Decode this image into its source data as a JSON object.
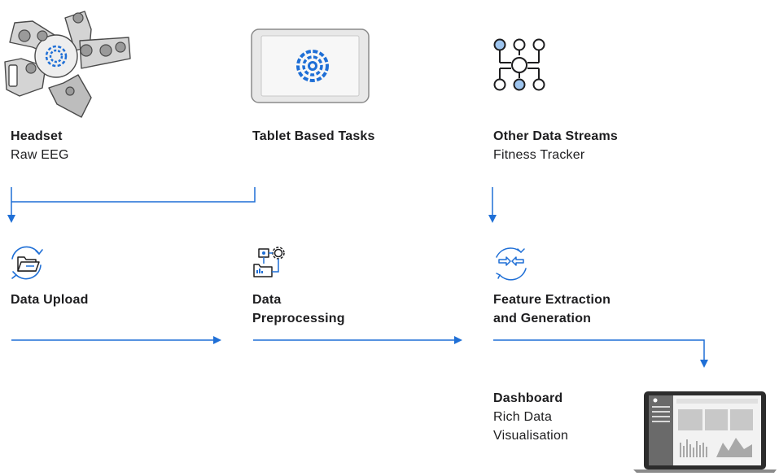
{
  "colors": {
    "accent": "#1f6fd6",
    "accent_light": "#9ec5ef",
    "text": "#1d1d1f",
    "device_gray": "#5f5f5f"
  },
  "nodes": {
    "headset": {
      "title": "Headset",
      "subtitle": "Raw EEG",
      "icon": "headset-icon"
    },
    "tablet": {
      "title": "Tablet Based Tasks",
      "icon": "tablet-icon"
    },
    "other": {
      "title": "Other Data Streams",
      "subtitle": "Fitness Tracker",
      "icon": "network-icon"
    },
    "upload": {
      "title": "Data Upload",
      "icon": "folder-upload-icon"
    },
    "preprocessing": {
      "title_line1": "Data",
      "title_line2": "Preprocessing",
      "icon": "folder-gear-icon"
    },
    "feature": {
      "title_line1": "Feature Extraction",
      "title_line2": "and Generation",
      "icon": "exchange-icon"
    },
    "dashboard": {
      "title": "Dashboard",
      "subtitle_line1": "Rich Data",
      "subtitle_line2": "Visualisation",
      "icon": "laptop-icon"
    }
  }
}
